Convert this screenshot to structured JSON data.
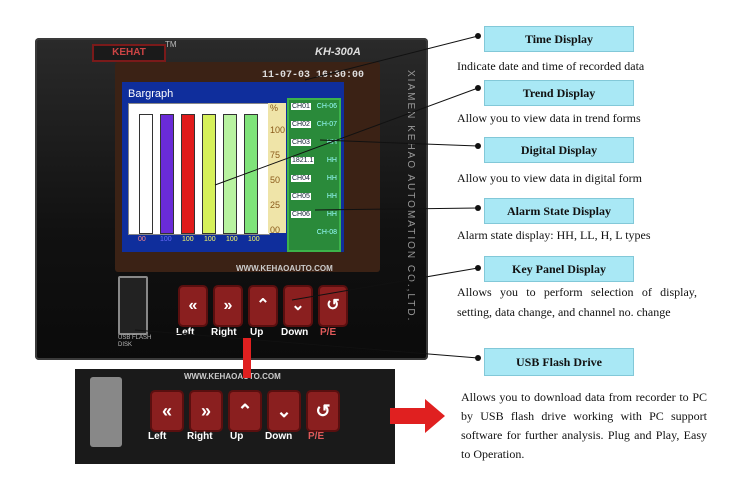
{
  "device": {
    "brand": "KEHAT",
    "tm": "TM",
    "model": "KH-300A",
    "datetime": "11-07-03 16:30:00",
    "side_text": "XIAMEN KEHAO AUTOMATION CO.,LTD.",
    "website": "WWW.KEHAOAUTO.COM",
    "usb_label": "USB FLASH DISK",
    "screen": {
      "title": "Bargraph",
      "unit": "%",
      "y_ticks": [
        "100",
        "75",
        "50",
        "25",
        "00"
      ],
      "bar_colors": [
        "#ffffff",
        "#6a2bd8",
        "#e01b1b",
        "#d6f05a",
        "#b8f2a0",
        "#7fe37a"
      ],
      "bar_levels": [
        1.0,
        1.0,
        1.0,
        1.0,
        1.0,
        1.0
      ],
      "bottom_values": [
        "00",
        "100",
        "100",
        "100",
        "100",
        "100"
      ],
      "channels": [
        {
          "label": "CH01",
          "ch": "CH-06"
        },
        {
          "label": "CH02",
          "ch": "CH-07"
        },
        {
          "label": "CH03",
          "ch": "HH"
        },
        {
          "label": "1821.1",
          "ch": "HH"
        },
        {
          "label": "CH04",
          "ch": "HH"
        },
        {
          "label": "CH05",
          "ch": "HH"
        },
        {
          "label": "CH06",
          "ch": "HH"
        },
        {
          "label": "",
          "ch": "CH-08"
        }
      ]
    },
    "buttons": [
      {
        "name": "left-button",
        "glyph": "«",
        "label": "Left"
      },
      {
        "name": "right-button",
        "glyph": "»",
        "label": "Right"
      },
      {
        "name": "up-button",
        "glyph": "⌃",
        "label": "Up"
      },
      {
        "name": "down-button",
        "glyph": "⌄",
        "label": "Down"
      },
      {
        "name": "pe-button",
        "glyph": "↺",
        "label": "P/E"
      }
    ]
  },
  "annotations": [
    {
      "title": "Time Display",
      "desc": "Indicate date and time of recorded data"
    },
    {
      "title": "Trend Display",
      "desc": "Allow you to view data in trend forms"
    },
    {
      "title": "Digital Display",
      "desc": "Allow you to view data in digital form"
    },
    {
      "title": "Alarm State Display",
      "desc": "Alarm state display: HH, LL, H, L types"
    },
    {
      "title": "Key Panel Display",
      "desc": "Allows you to perform selection of display, setting, data change, and channel no. change"
    },
    {
      "title": "USB Flash Drive",
      "desc": "Allows you to download data from recorder to PC by USB flash drive working with PC support software for further analysis. Plug and Play, Easy to Operation."
    }
  ],
  "colors": {
    "label_box": "#a9e8f5",
    "key_red": "#8a1f1f",
    "arrow_red": "#e02020"
  }
}
